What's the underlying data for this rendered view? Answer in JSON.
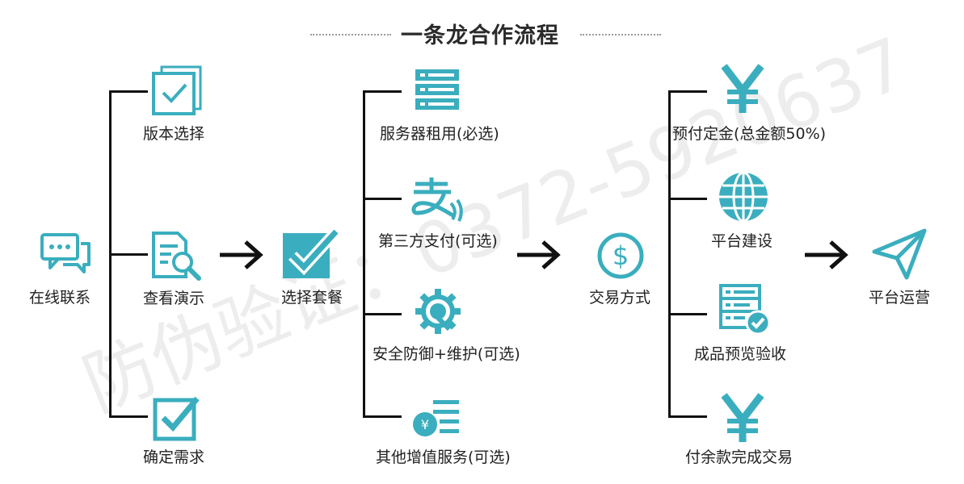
{
  "title": "一条龙合作流程",
  "watermark": "防伪验证：0372-5920637",
  "colors": {
    "accent": "#3aaebe",
    "line": "#111111",
    "text": "#222222"
  },
  "stage1": {
    "root": {
      "label": "在线联系",
      "icon": "chat-icon"
    },
    "items": [
      {
        "label": "版本选择",
        "icon": "stacked-check-icon"
      },
      {
        "label": "查看演示",
        "icon": "document-search-icon"
      },
      {
        "label": "确定需求",
        "icon": "checkbox-icon"
      }
    ]
  },
  "stage2": {
    "root": {
      "label": "选择套餐",
      "icon": "edit-check-icon"
    },
    "items": [
      {
        "label": "服务器租用(必选)",
        "icon": "server-icon"
      },
      {
        "label": "第三方支付(可选)",
        "icon": "alipay-icon"
      },
      {
        "label": "安全防御+维护(可选)",
        "icon": "gear-wrench-icon"
      },
      {
        "label": "其他增值服务(可选)",
        "icon": "coin-list-icon"
      }
    ]
  },
  "stage3": {
    "root": {
      "label": "交易方式",
      "icon": "dollar-circle-icon"
    },
    "items": [
      {
        "label": "预付定金(总金额50%)",
        "icon": "yen-icon"
      },
      {
        "label": "平台建设",
        "icon": "globe-icon"
      },
      {
        "label": "成品预览验收",
        "icon": "server-check-icon"
      },
      {
        "label": "付余款完成交易",
        "icon": "yen-icon"
      }
    ]
  },
  "final": {
    "label": "平台运营",
    "icon": "paper-plane-icon"
  }
}
